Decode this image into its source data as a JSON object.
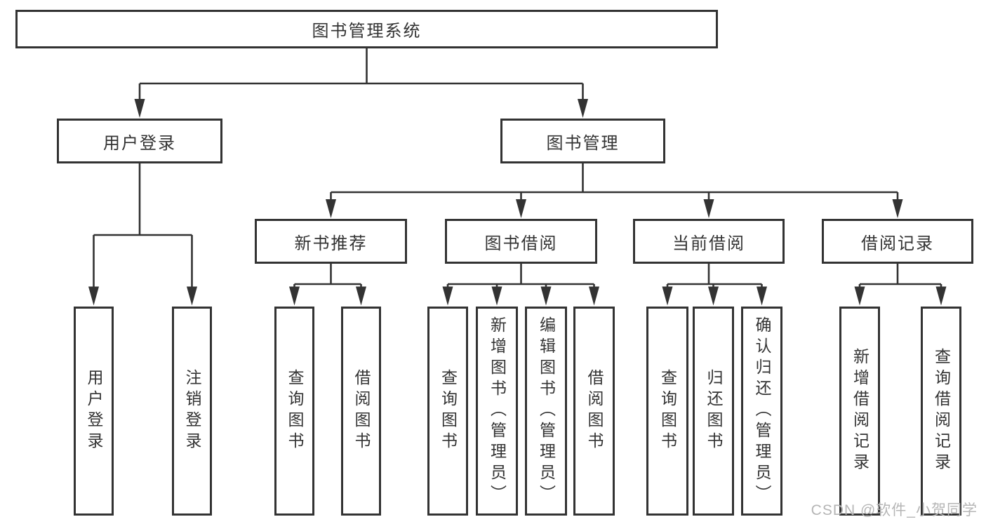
{
  "diagram": {
    "background": "#ffffff",
    "line_color": "#333333",
    "text_color": "#333333",
    "tree": {
      "root": {
        "label": "图书管理系统",
        "children": [
          {
            "label": "用户登录",
            "children": [
              {
                "label": "用户登录"
              },
              {
                "label": "注销登录"
              }
            ]
          },
          {
            "label": "图书管理",
            "children": [
              {
                "label": "新书推荐",
                "children": [
                  {
                    "label": "查询图书"
                  },
                  {
                    "label": "借阅图书"
                  }
                ]
              },
              {
                "label": "图书借阅",
                "children": [
                  {
                    "label": "查询图书"
                  },
                  {
                    "label": "新增图书（管理员）"
                  },
                  {
                    "label": "编辑图书（管理员）"
                  },
                  {
                    "label": "借阅图书"
                  }
                ]
              },
              {
                "label": "当前借阅",
                "children": [
                  {
                    "label": "查询图书"
                  },
                  {
                    "label": "归还图书"
                  },
                  {
                    "label": "确认归还（管理员）"
                  }
                ]
              },
              {
                "label": "借阅记录",
                "children": [
                  {
                    "label": "新增借阅记录"
                  },
                  {
                    "label": "查询借阅记录"
                  }
                ]
              }
            ]
          }
        ]
      }
    }
  },
  "watermark": {
    "text": "CSDN @软件_小贺同学",
    "color": "#b5b5b5"
  }
}
